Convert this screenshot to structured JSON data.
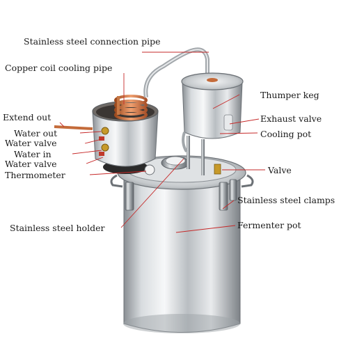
{
  "diagram": {
    "line_color": "#c62828",
    "labels": {
      "connection_pipe": "Stainless steel connection pipe",
      "copper_coil": "Copper coil cooling pipe",
      "thumper_keg": "Thumper keg",
      "extend_out": "Extend out",
      "exhaust_valve": "Exhaust valve",
      "water_out": "Water out",
      "cooling_pot": "Cooling pot",
      "water_valve_top": "Water valve",
      "water_in": "Water in",
      "water_valve_bottom": "Water valve",
      "thermometer": "Thermometer",
      "valve": "Valve",
      "clamps": "Stainless steel clamps",
      "fermenter_pot": "Fermenter pot",
      "holder": "Stainless steel holder"
    }
  }
}
